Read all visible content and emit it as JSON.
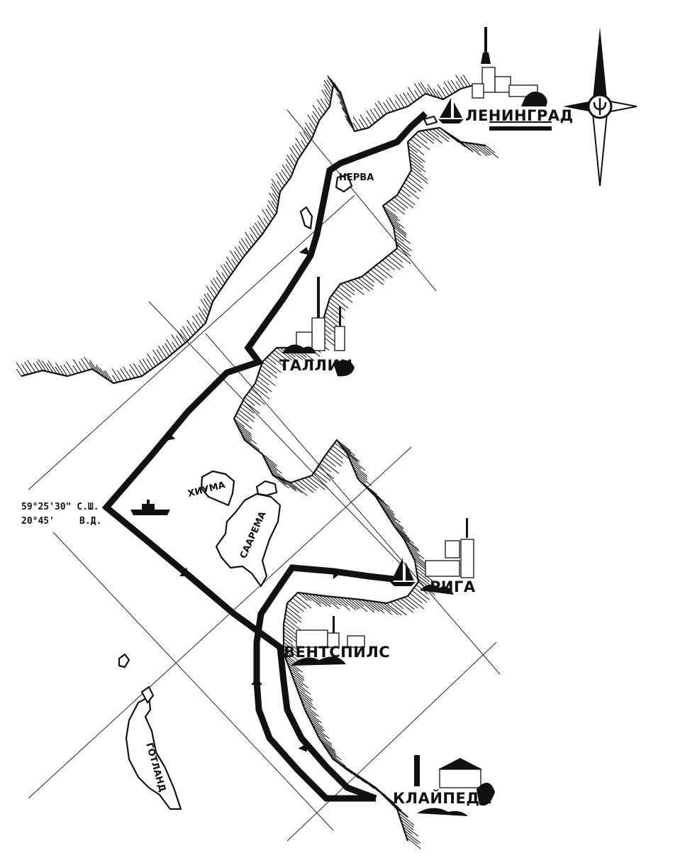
{
  "map": {
    "cities": {
      "leningrad": "ЛЕНИНГРАД",
      "narva": "НЕРВА",
      "tallinn": "ТАЛЛИН",
      "riga": "РИГА",
      "ventspils": "ВЕНТСПИЛС",
      "klaipeda": "КЛАЙПЕДА"
    },
    "islands": {
      "hiiumaa": "ХИУМА",
      "saaremaa": "СААРЕМА",
      "gotland": "ГОТЛАНД"
    },
    "coordinates": {
      "latitude": "59°25'30\" С.Ш.",
      "longitude": "20°45'",
      "longitude_suffix": "В.Д."
    },
    "icons": [
      "compass-rose-icon",
      "sailboat-icon",
      "ship-icon",
      "direction-arrow-icon"
    ],
    "colors": {
      "ink": "#111111",
      "paper": "#ffffff"
    }
  }
}
